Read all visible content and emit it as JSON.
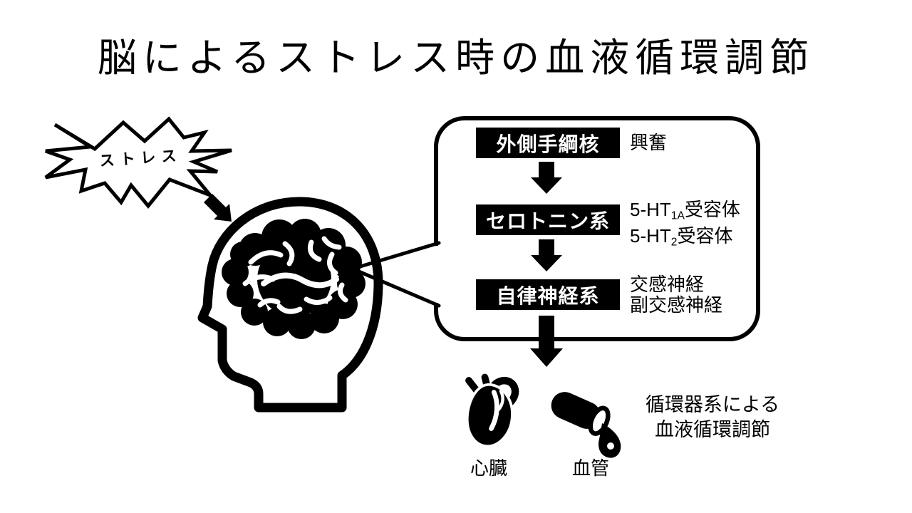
{
  "title": "脳によるストレス時の血液循環調節",
  "stress": {
    "label": "ストレス"
  },
  "callout": {
    "node1_label": "外側手綱核",
    "node1_note": "興奮",
    "node2_label": "セロトニン系",
    "node2_note1_pre": "5-HT",
    "node2_note1_sub": "1A",
    "node2_note1_post": "受容体",
    "node2_note2_pre": "5-HT",
    "node2_note2_sub": "2",
    "node2_note2_post": "受容体",
    "node3_label": "自律神経系",
    "node3_note1": "交感神経",
    "node3_note2": "副交感神経"
  },
  "organs": {
    "heart_label": "心臓",
    "vessel_label": "血管",
    "caption_line1": "循環器系による",
    "caption_line2": "血液循環調節"
  },
  "icons": {
    "stress_burst": "starburst",
    "impact_arrow": "down-right-arrow",
    "head": "human-head-profile",
    "brain": "brain",
    "flow_arrow": "down-arrow",
    "heart": "anatomical-heart",
    "vessel": "blood-vessel-with-drop"
  },
  "colors": {
    "ink": "#000000",
    "background": "#ffffff"
  }
}
